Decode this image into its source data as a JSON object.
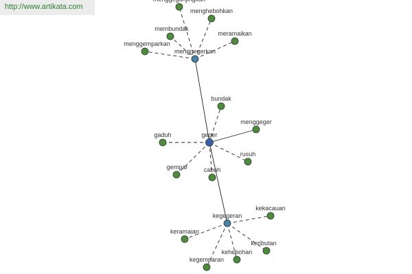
{
  "watermark": "http://www.artikata.com",
  "colors": {
    "hub": "#4a7fa8",
    "center": "#3b5ea8",
    "leaf": "#4f8a3e",
    "edge": "#222222",
    "background": "#ffffff"
  },
  "graph": {
    "center": "geger",
    "hubs": [
      "menggegerkan",
      "kegegeran"
    ],
    "nodes": [
      {
        "id": "geger",
        "label": "geger",
        "kind": "center"
      },
      {
        "id": "menggegerkan",
        "label": "menggegerkan",
        "kind": "hub"
      },
      {
        "id": "kegegeran",
        "label": "kegegeran",
        "kind": "hub"
      },
      {
        "id": "menggegunjingkan",
        "label": "menggegunjingkan",
        "kind": "leaf"
      },
      {
        "id": "menghebohkan",
        "label": "menghebohkan",
        "kind": "leaf"
      },
      {
        "id": "membundak",
        "label": "membundak",
        "kind": "leaf"
      },
      {
        "id": "meramaikan",
        "label": "meramaikan",
        "kind": "leaf"
      },
      {
        "id": "menggemparkan",
        "label": "menggemparkan",
        "kind": "leaf"
      },
      {
        "id": "bundak",
        "label": "bundak",
        "kind": "leaf"
      },
      {
        "id": "menggeger",
        "label": "menggeger",
        "kind": "leaf"
      },
      {
        "id": "gaduh",
        "label": "gaduh",
        "kind": "leaf"
      },
      {
        "id": "rusuh",
        "label": "rusuh",
        "kind": "leaf"
      },
      {
        "id": "gempar",
        "label": "gempar",
        "kind": "leaf"
      },
      {
        "id": "cabuh",
        "label": "cabuh",
        "kind": "leaf"
      },
      {
        "id": "kekacauan",
        "label": "kekacauan",
        "kind": "leaf"
      },
      {
        "id": "keramaian",
        "label": "keramaian",
        "kind": "leaf"
      },
      {
        "id": "keributan",
        "label": "keributan",
        "kind": "leaf"
      },
      {
        "id": "kehebohan",
        "label": "kehebohan",
        "kind": "leaf"
      },
      {
        "id": "kegemparan",
        "label": "kegemparan",
        "kind": "leaf"
      }
    ],
    "edges": [
      {
        "from": "geger",
        "to": "menggegerkan",
        "style": "solid"
      },
      {
        "from": "geger",
        "to": "kegegeran",
        "style": "solid"
      },
      {
        "from": "menggegerkan",
        "to": "menggegunjingkan",
        "style": "dashed"
      },
      {
        "from": "menggegerkan",
        "to": "menghebohkan",
        "style": "dashed"
      },
      {
        "from": "menggegerkan",
        "to": "membundak",
        "style": "dashed"
      },
      {
        "from": "menggegerkan",
        "to": "meramaikan",
        "style": "dashed"
      },
      {
        "from": "menggegerkan",
        "to": "menggemparkan",
        "style": "dashed"
      },
      {
        "from": "geger",
        "to": "bundak",
        "style": "dashed"
      },
      {
        "from": "geger",
        "to": "menggeger",
        "style": "solid"
      },
      {
        "from": "geger",
        "to": "gaduh",
        "style": "dashed"
      },
      {
        "from": "geger",
        "to": "rusuh",
        "style": "dashed"
      },
      {
        "from": "geger",
        "to": "gempar",
        "style": "dashed"
      },
      {
        "from": "geger",
        "to": "cabuh",
        "style": "dashed"
      },
      {
        "from": "kegegeran",
        "to": "kekacauan",
        "style": "dashed"
      },
      {
        "from": "kegegeran",
        "to": "keramaian",
        "style": "dashed"
      },
      {
        "from": "kegegeran",
        "to": "keributan",
        "style": "dashed"
      },
      {
        "from": "kegegeran",
        "to": "kehebohan",
        "style": "dashed"
      },
      {
        "from": "kegegeran",
        "to": "kegemparan",
        "style": "dashed"
      }
    ]
  }
}
